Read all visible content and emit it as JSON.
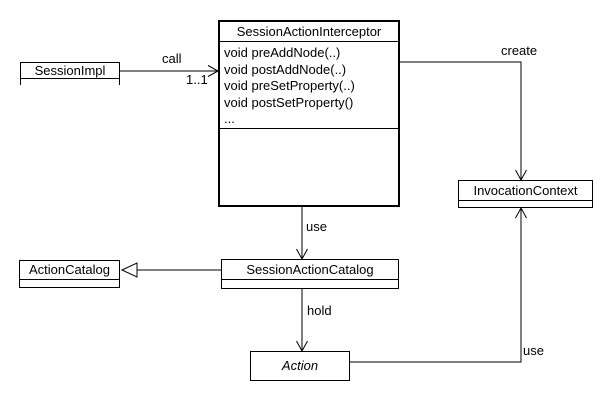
{
  "diagram": {
    "kind": "uml-class-diagram",
    "background_color": "#ffffff",
    "line_color": "#000000",
    "text_color": "#000000",
    "classes": {
      "session_impl": {
        "name": "SessionImpl"
      },
      "interceptor": {
        "name": "SessionActionInterceptor",
        "methods": [
          "void preAddNode(..)",
          "void postAddNode(..)",
          "void preSetProperty(..)",
          "void postSetProperty()",
          "..."
        ]
      },
      "invocation_context": {
        "name": "InvocationContext"
      },
      "action_catalog": {
        "name": "ActionCatalog"
      },
      "session_action_catalog": {
        "name": "SessionActionCatalog"
      },
      "action": {
        "name": "Action"
      }
    },
    "edges": {
      "call": {
        "label": "call",
        "multiplicity": "1..1",
        "from": "SessionImpl",
        "to": "SessionActionInterceptor",
        "arrow": "open"
      },
      "create": {
        "label": "create",
        "from": "SessionActionInterceptor",
        "to": "InvocationContext",
        "arrow": "open"
      },
      "use_catalog": {
        "label": "use",
        "from": "SessionActionInterceptor",
        "to": "SessionActionCatalog",
        "arrow": "open"
      },
      "generalization": {
        "from": "SessionActionCatalog",
        "to": "ActionCatalog",
        "arrow": "hollow-triangle"
      },
      "hold": {
        "label": "hold",
        "from": "SessionActionCatalog",
        "to": "Action",
        "arrow": "open"
      },
      "use_context": {
        "label": "use",
        "from": "Action",
        "to": "InvocationContext",
        "arrow": "open"
      }
    }
  }
}
